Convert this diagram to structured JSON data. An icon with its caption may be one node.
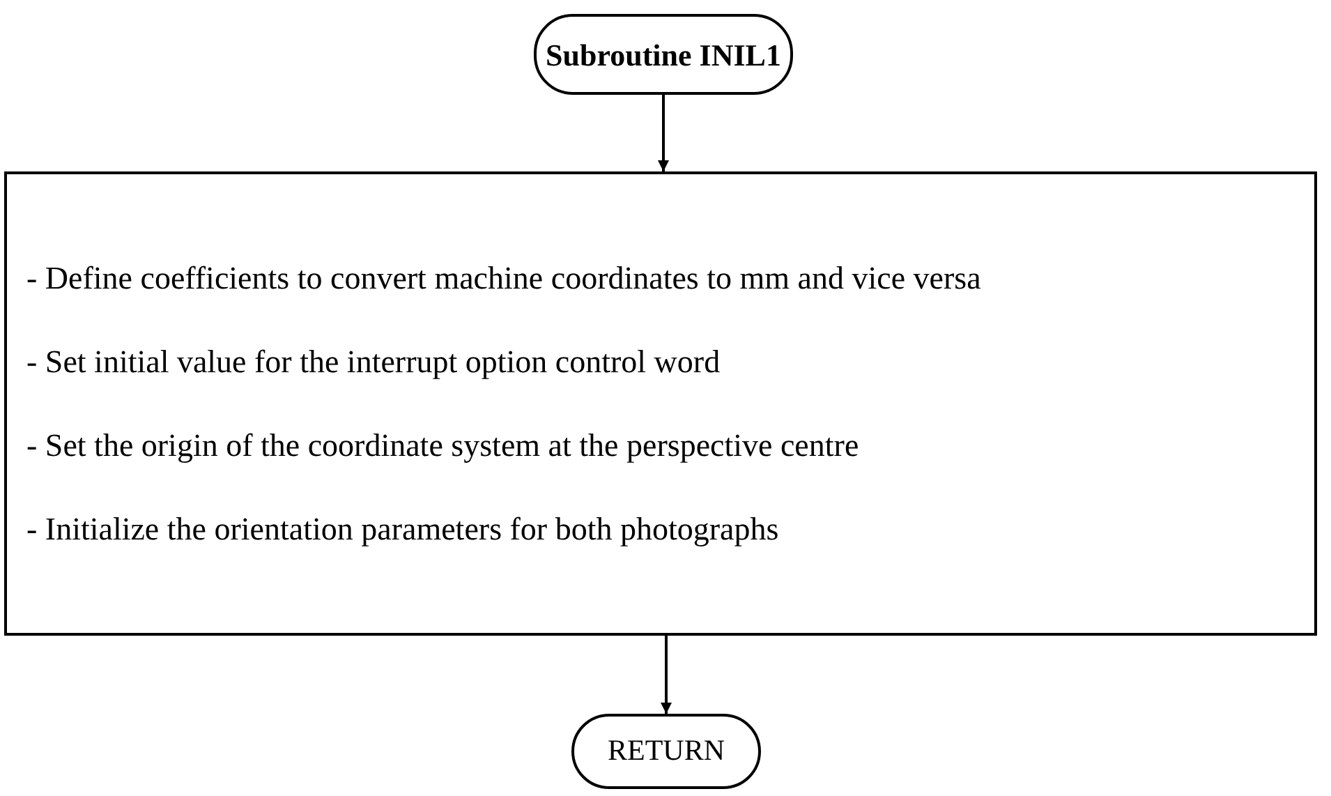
{
  "diagram": {
    "nodes": [
      {
        "text": [
          "Subroutine INIL1"
        ]
      },
      {
        "text": [
          "- Define coefficients to convert machine coordinates to mm and vice versa",
          "- Set initial value for the interrupt option control word",
          "- Set the origin of the coordinate system at the perspective centre",
          "- Initialize the orientation parameters for both photographs"
        ]
      },
      {
        "text": [
          "RETURN"
        ]
      }
    ],
    "edges": [
      {
        "from": 0,
        "to": 1,
        "arrow": "to"
      },
      {
        "from": 1,
        "to": 2,
        "arrow": "to"
      }
    ]
  }
}
